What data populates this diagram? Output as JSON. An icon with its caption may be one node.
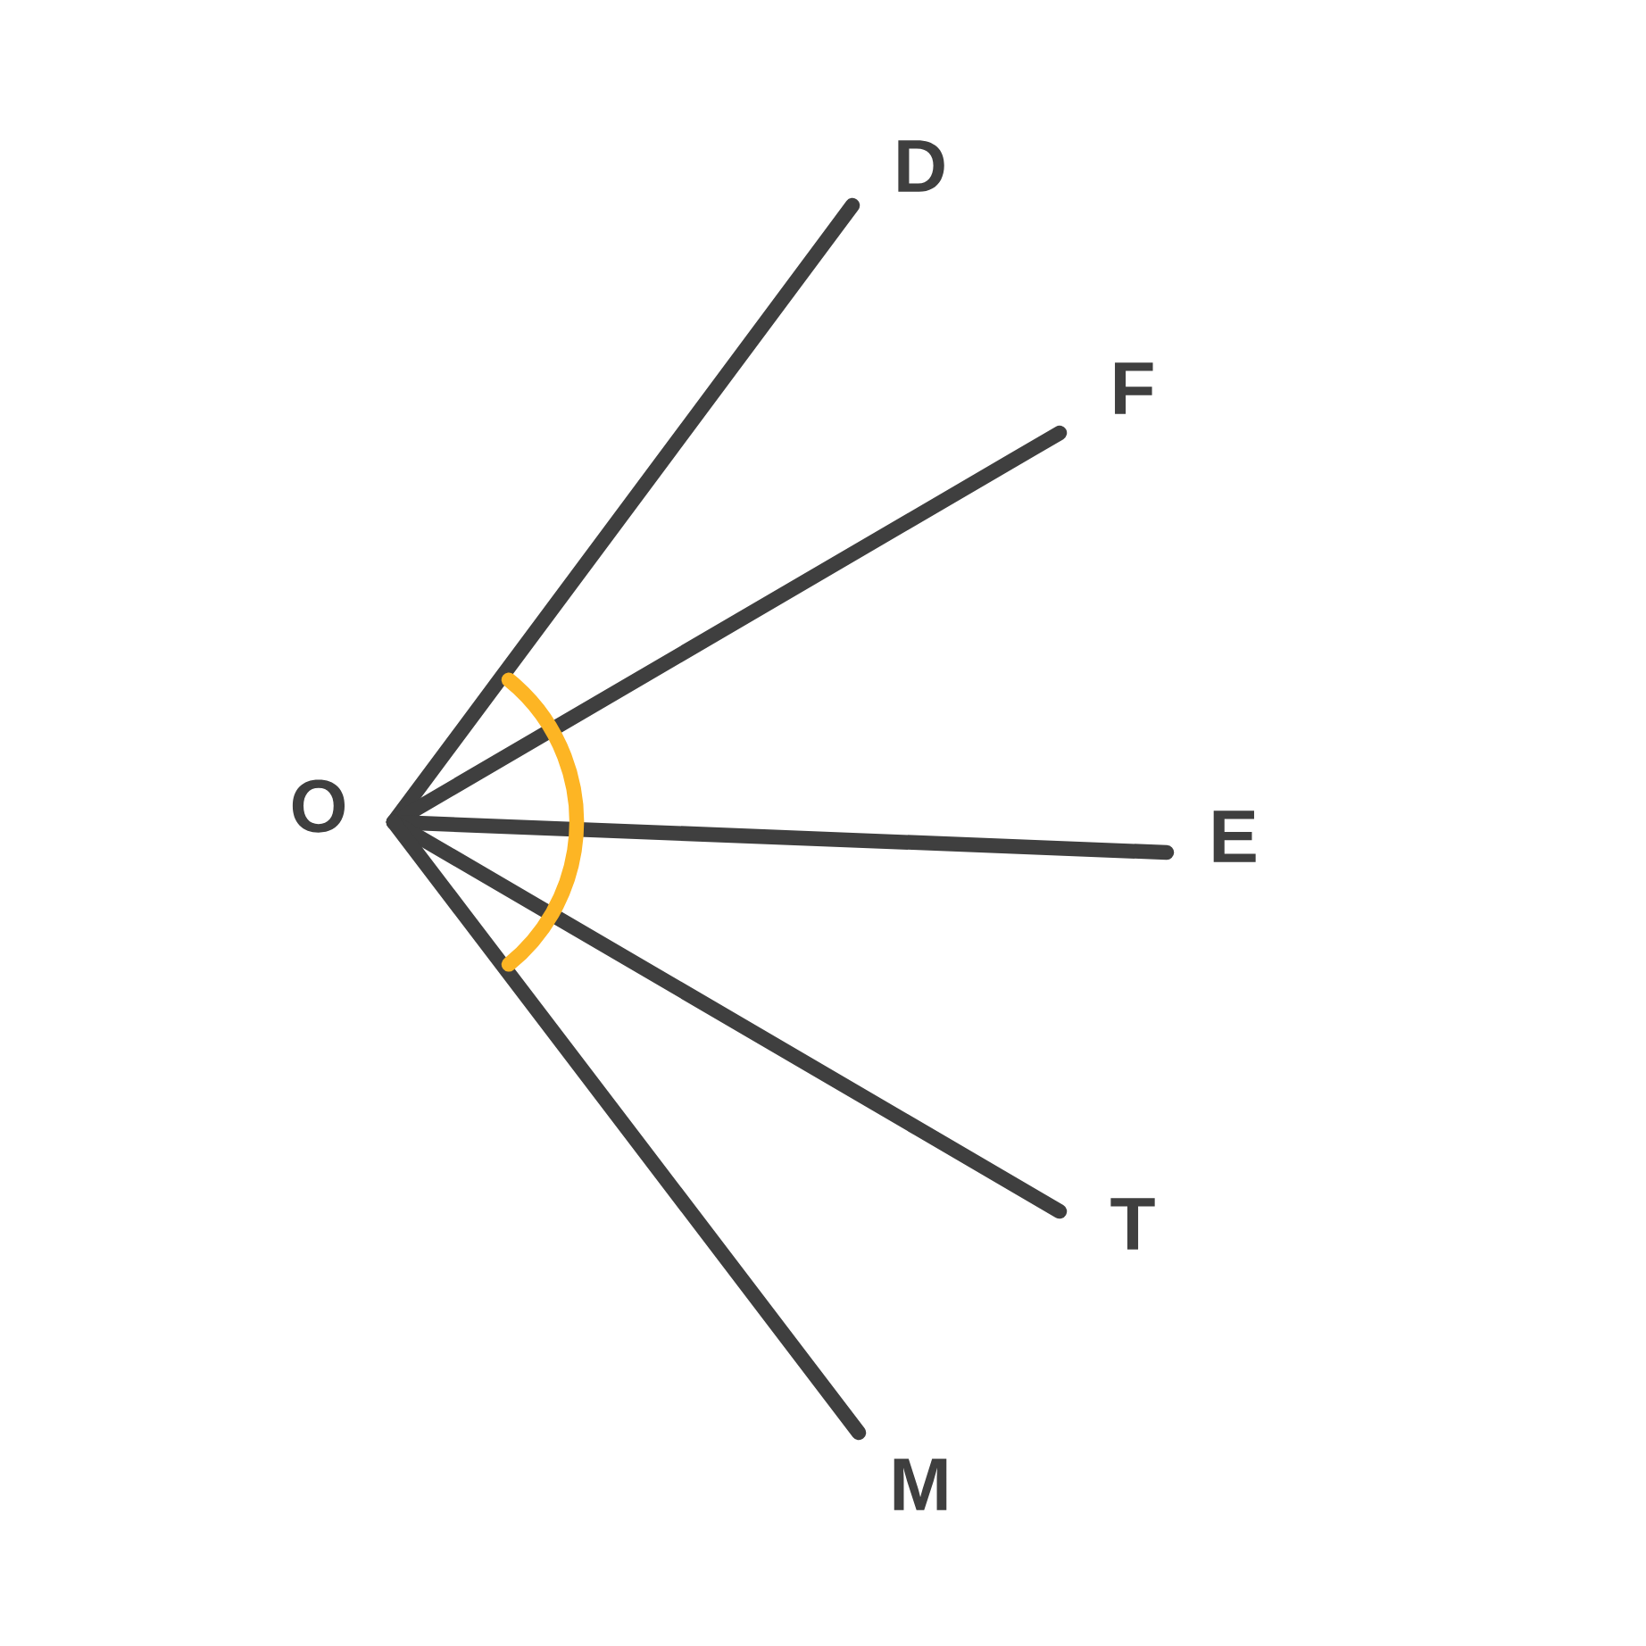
{
  "diagram": {
    "nodes": [
      {
        "text": [
          "O"
        ]
      },
      {
        "text": [
          "D"
        ]
      },
      {
        "text": [
          "F"
        ]
      },
      {
        "text": [
          "E"
        ]
      },
      {
        "text": [
          "T"
        ]
      },
      {
        "text": [
          "M"
        ]
      }
    ],
    "edges": [
      {
        "from": 0,
        "to": 1,
        "arrow": "none"
      },
      {
        "from": 0,
        "to": 2,
        "arrow": "none"
      },
      {
        "from": 0,
        "to": 3,
        "arrow": "none"
      },
      {
        "from": 0,
        "to": 4,
        "arrow": "none"
      },
      {
        "from": 0,
        "to": 5,
        "arrow": "none"
      }
    ]
  }
}
